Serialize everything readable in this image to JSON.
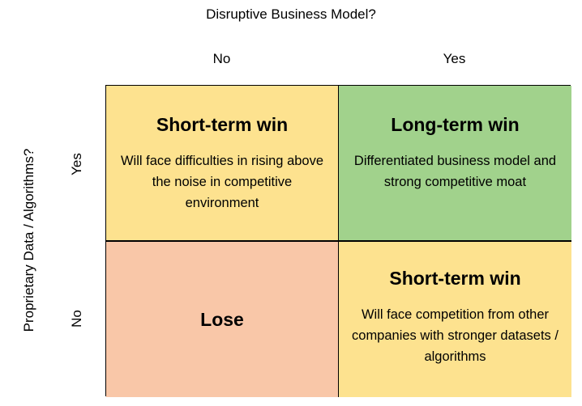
{
  "axes": {
    "x_title": "Disruptive Business Model?",
    "x_no": "No",
    "x_yes": "Yes",
    "y_title": "Proprietary Data / Algorithms?",
    "y_yes": "Yes",
    "y_no": "No"
  },
  "quadrants": {
    "top_left": {
      "title": "Short-term win",
      "description": "Will face difficulties in rising above the noise in competitive environment",
      "color": "#fde28f"
    },
    "top_right": {
      "title": "Long-term win",
      "description": "Differentiated business model and strong competitive moat",
      "color": "#a1d28c"
    },
    "bottom_left": {
      "title": "Lose",
      "color": "#f9c7a8"
    },
    "bottom_right": {
      "title": "Short-term win",
      "description": "Will face competition from other companies with stronger datasets / algorithms",
      "color": "#fde28f"
    }
  }
}
